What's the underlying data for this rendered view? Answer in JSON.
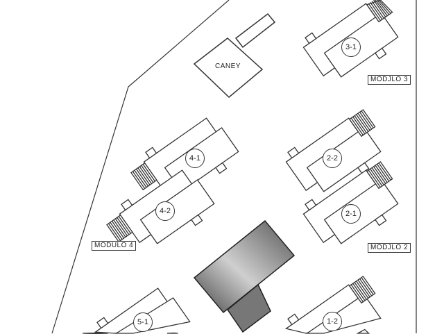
{
  "caney": "CANEY",
  "modules": {
    "m2": "MÓDJLO 2",
    "m3": "MÓDJLO 3",
    "m4": "MÓDULO 4"
  },
  "units": {
    "u31": "3-1",
    "u41": "4-1",
    "u42": "4-2",
    "u22": "2-2",
    "u21": "2-1",
    "u51": "5-1",
    "u12": "1-2"
  },
  "colors": {
    "line": "#333333",
    "building_dark": "#555555",
    "building_light": "#cfcfcf"
  }
}
